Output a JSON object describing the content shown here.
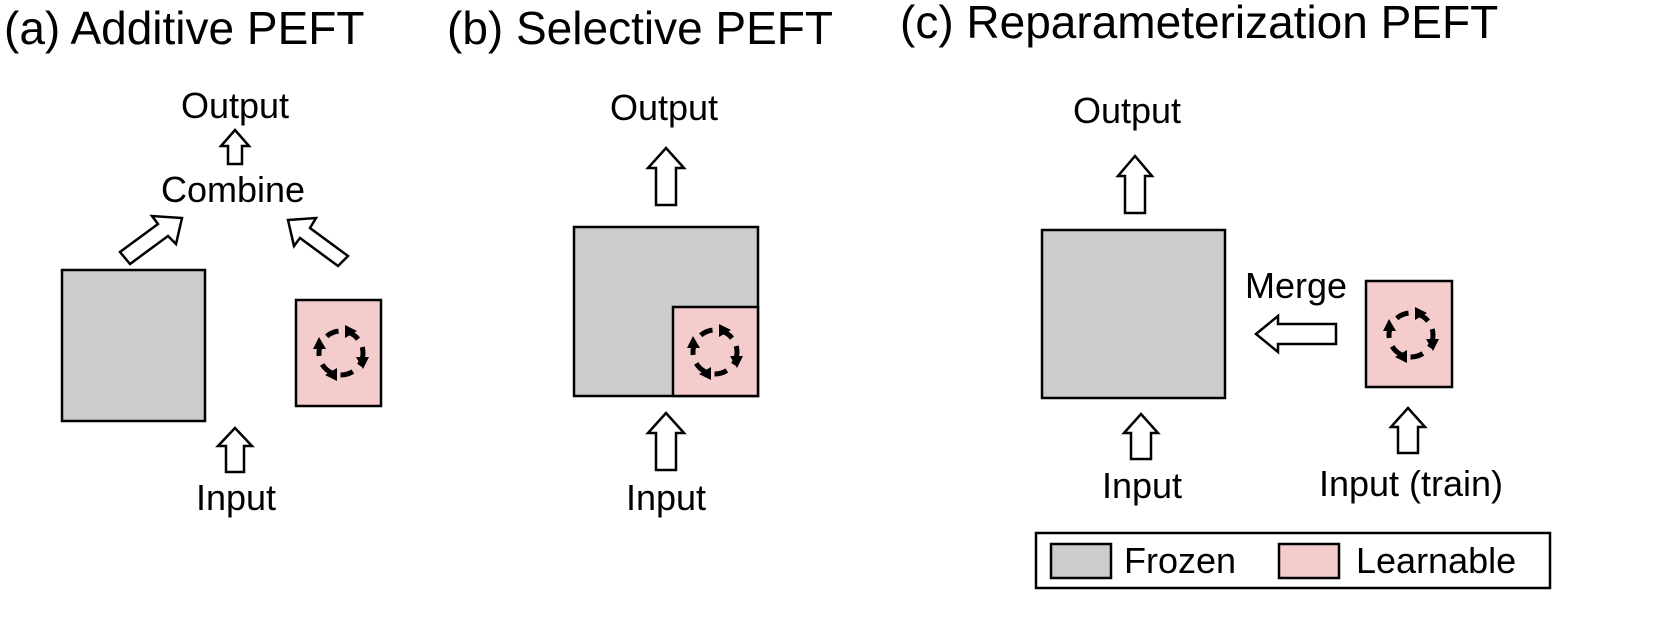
{
  "colors": {
    "frozen": "#cccccc",
    "learnable": "#f4cccc",
    "stroke": "#000000",
    "arrow_fill": "#ffffff"
  },
  "panels": {
    "a": {
      "title": "(a) Additive PEFT",
      "output_label": "Output",
      "combine_label": "Combine",
      "input_label": "Input"
    },
    "b": {
      "title": "(b) Selective PEFT",
      "output_label": "Output",
      "input_label": "Input"
    },
    "c": {
      "title": "(c) Reparameterization PEFT",
      "output_label": "Output",
      "merge_label": "Merge",
      "input_label": "Input",
      "input_train_label": "Input (train)"
    }
  },
  "legend": {
    "frozen_label": "Frozen",
    "learnable_label": "Learnable"
  },
  "icons": {
    "frozen_block": "gray-square",
    "learnable_block": "pink-square",
    "training_cycle": "cycle-arrows-icon",
    "flow_arrow": "hollow-arrow-icon"
  }
}
